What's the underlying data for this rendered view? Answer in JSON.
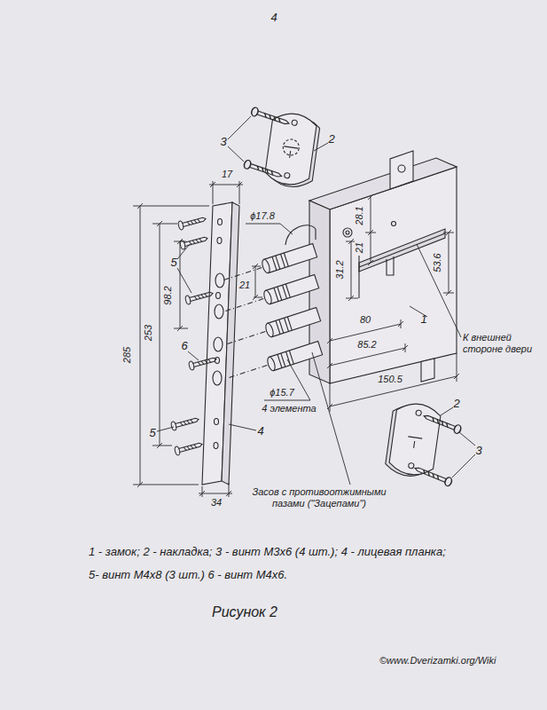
{
  "diagram": {
    "caption": "Рисунок 2",
    "labels": [
      "4",
      "3",
      "2",
      "17",
      "ϕ17.8",
      "28.1",
      "21",
      "31.2",
      "53.6",
      "21",
      "5",
      "98.2",
      "6",
      "5",
      "285",
      "253",
      "1",
      "80",
      "85.2",
      "150.5",
      "К внешней стороне двери",
      "ϕ15.7",
      "4 элемента",
      "4",
      "34",
      "Засов с противоотжимными пазами (\"Зацепами\")",
      "2",
      "3",
      "1 - замок; 2 - накладка; 3 - винт М3х6 (4 шт.); 4 - лицевая планка;",
      "5- винт М4х8 (3 шт.) 6 - винт М4х6.",
      "©www.Dverizamki.org/Wiki"
    ]
  }
}
